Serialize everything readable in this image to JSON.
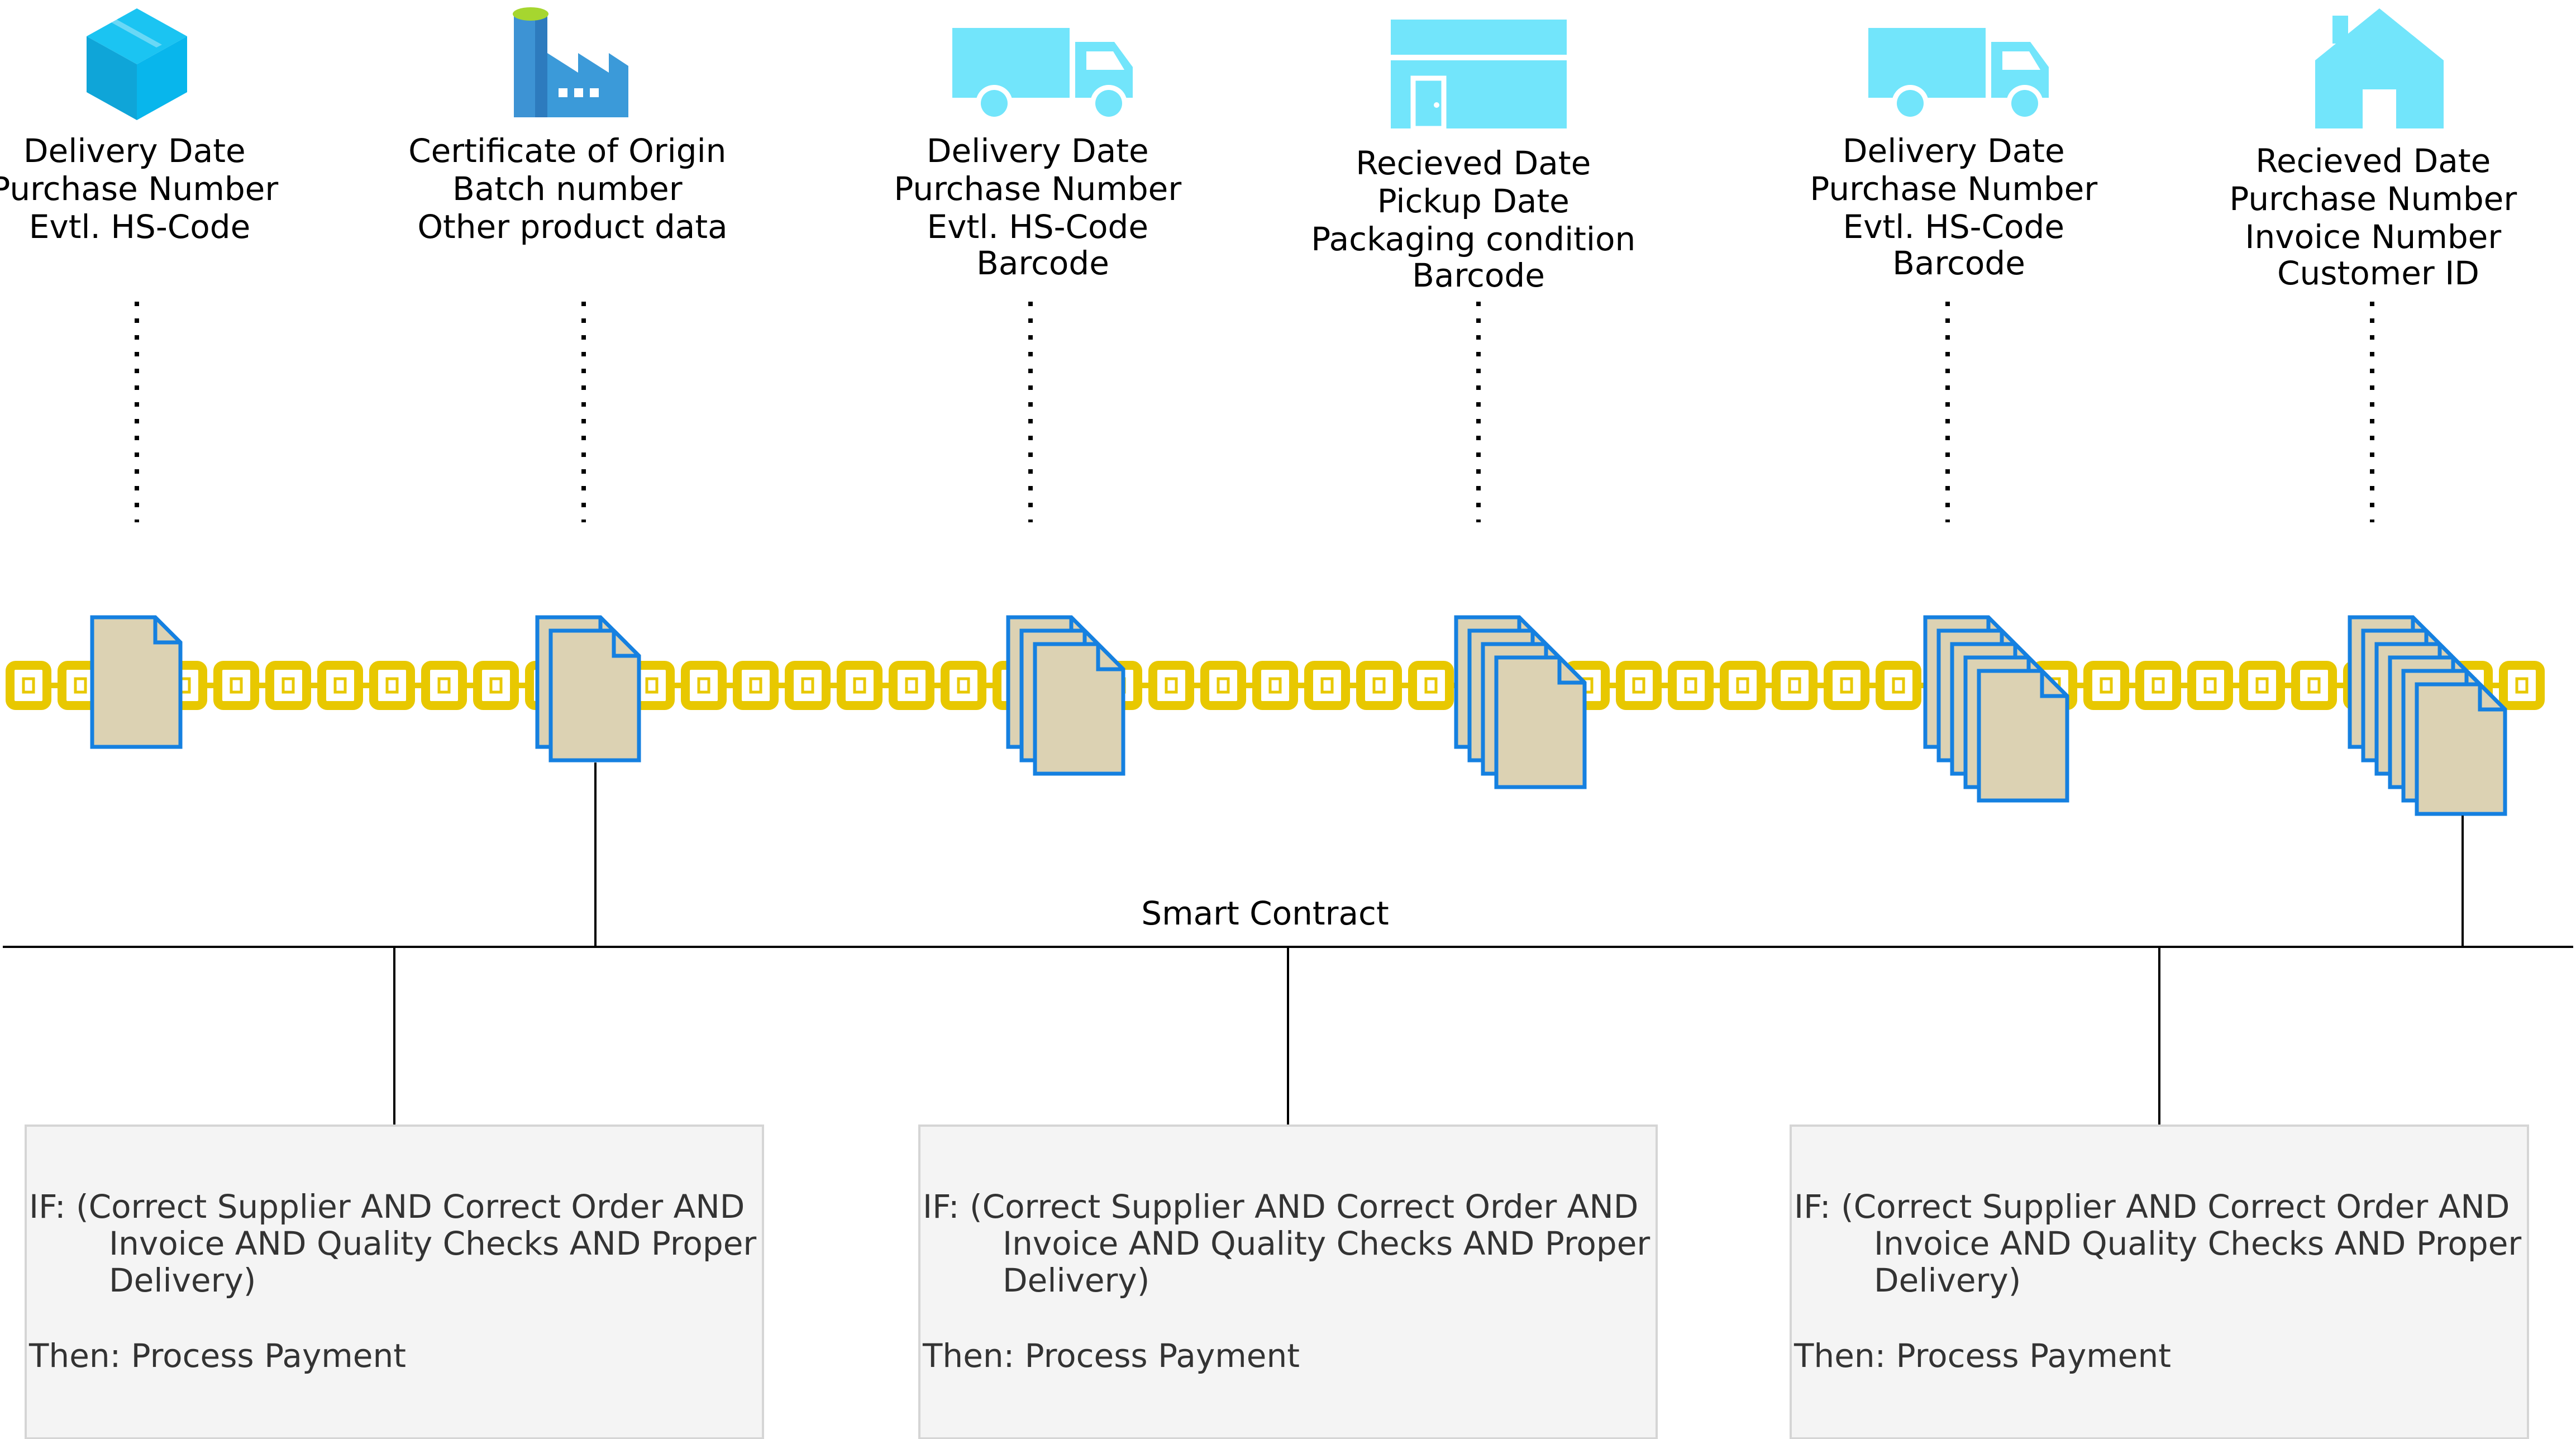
{
  "stages": [
    {
      "icon": "package-icon",
      "lines": [
        "Delivery Date",
        "Purchase Number",
        "Evtl. HS-Code"
      ],
      "doc_count": 1
    },
    {
      "icon": "factory-icon",
      "lines": [
        "Certificate of Origin",
        "Batch number",
        "Other product data"
      ],
      "doc_count": 2
    },
    {
      "icon": "truck-icon",
      "lines": [
        "Delivery Date",
        "Purchase Number",
        "Evtl. HS-Code",
        "Barcode"
      ],
      "doc_count": 3
    },
    {
      "icon": "store-icon",
      "lines": [
        "Recieved Date",
        "Pickup Date",
        "Packaging condition",
        "Barcode"
      ],
      "doc_count": 4
    },
    {
      "icon": "truck-icon",
      "lines": [
        "Delivery Date",
        "Purchase Number",
        "Evtl. HS-Code",
        "Barcode"
      ],
      "doc_count": 5
    },
    {
      "icon": "house-icon",
      "lines": [
        "Recieved Date",
        "Purchase Number",
        "Invoice Number",
        "Customer ID"
      ],
      "doc_count": 6
    }
  ],
  "smart_contract": {
    "label": "Smart Contract",
    "conditions": [
      {
        "if_lines": [
          "IF:   (Correct Supplier AND Correct Order AND",
          "Invoice AND Quality Checks AND Proper",
          "Delivery)"
        ],
        "then": "Then: Process Payment"
      },
      {
        "if_lines": [
          "IF:   (Correct Supplier AND Correct Order AND",
          "Invoice AND Quality Checks AND Proper",
          "Delivery)"
        ],
        "then": "Then: Process Payment"
      },
      {
        "if_lines": [
          "IF:   (Correct Supplier AND Correct Order AND",
          "Invoice AND Quality Checks AND Proper",
          "Delivery)"
        ],
        "then": "Then: Process Payment"
      }
    ]
  },
  "colors": {
    "icon": "#72E5FB",
    "chain": "#E8C800",
    "doc_fill": "#DCD2B3",
    "doc_stroke": "#1580E0",
    "box_fill": "#F4F4F4",
    "box_stroke": "#D5D5D5",
    "line": "#000000"
  }
}
